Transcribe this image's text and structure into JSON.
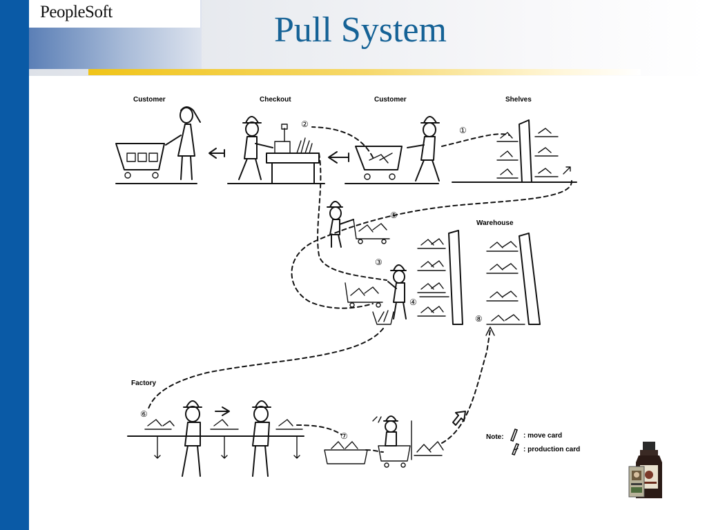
{
  "brand": {
    "logo_text": "PeopleSoft"
  },
  "slide": {
    "title": "Pull System"
  },
  "diagram": {
    "labels": {
      "customer_left": "Customer",
      "checkout": "Checkout",
      "customer_right": "Customer",
      "shelves": "Shelves",
      "warehouse": "Warehouse",
      "factory": "Factory"
    },
    "steps": [
      "①",
      "②",
      "③",
      "④",
      "⑤",
      "⑥",
      "⑦",
      "⑧"
    ],
    "legend": {
      "note": "Note:",
      "move_card": ": move card",
      "production_card": ": production card"
    }
  }
}
